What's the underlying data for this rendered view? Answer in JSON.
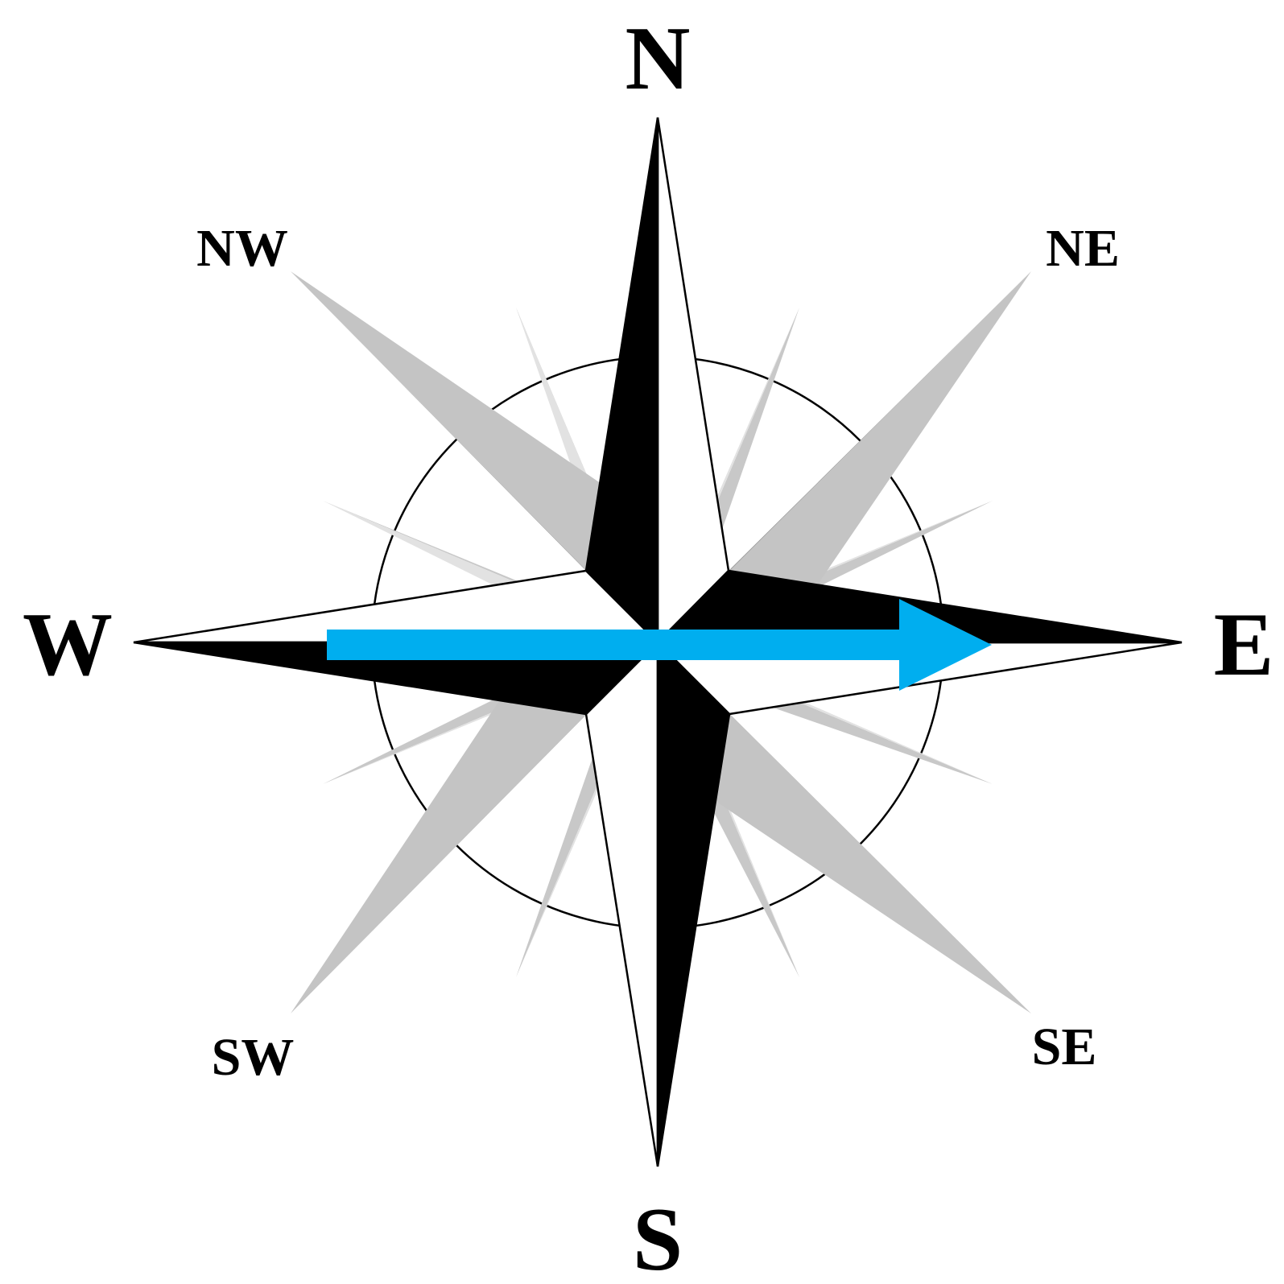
{
  "compass": {
    "labels": {
      "north": "N",
      "east": "E",
      "south": "S",
      "west": "W",
      "northeast": "NE",
      "northwest": "NW",
      "southeast": "SE",
      "southwest": "SW"
    },
    "arrow": {
      "from": "W",
      "to": "E",
      "color": "#00AEEF"
    },
    "colors": {
      "cardinal_dark": "#000000",
      "cardinal_light": "#FFFFFF",
      "intercardinal_dark": "#9B9B9B",
      "intercardinal_light": "#C4C4C4",
      "minor_dark": "#C8C8C8",
      "minor_light": "#E2E2E2",
      "ring": "#000000"
    }
  }
}
